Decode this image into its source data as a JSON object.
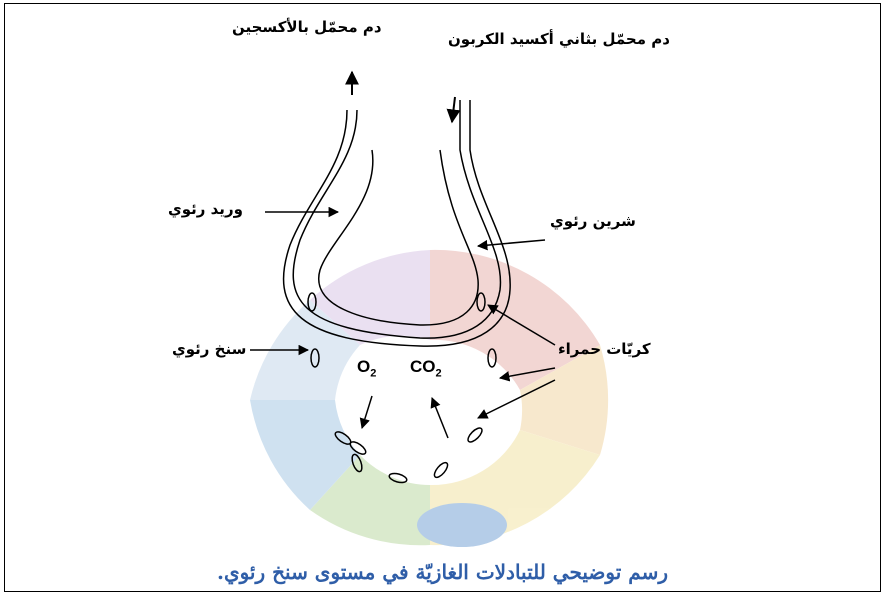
{
  "labels": {
    "oxygenated_blood": "دم محمّل بالأكسجين",
    "co2_blood": "دم محمّل بثاني أكسيد الكربون",
    "pulmonary_vein": "وريد رئوي",
    "pulmonary_artery": "شرين رئوي",
    "capillary": "سنخ رئوي",
    "red_cells": "كريّات حمراء",
    "o2": "O",
    "o2_sub": "2",
    "co2": "CO",
    "co2_sub": "2"
  },
  "caption": "رسم توضيحي للتبادلات الغازيّة في مستوى سنخ رئوي.",
  "colors": {
    "caption": "#2f5ea8",
    "wheel_red": "#e9b6b0",
    "wheel_blue": "#a9c9e4",
    "wheel_yellow": "#f2e3a6",
    "wheel_green": "#bcd9a6"
  }
}
